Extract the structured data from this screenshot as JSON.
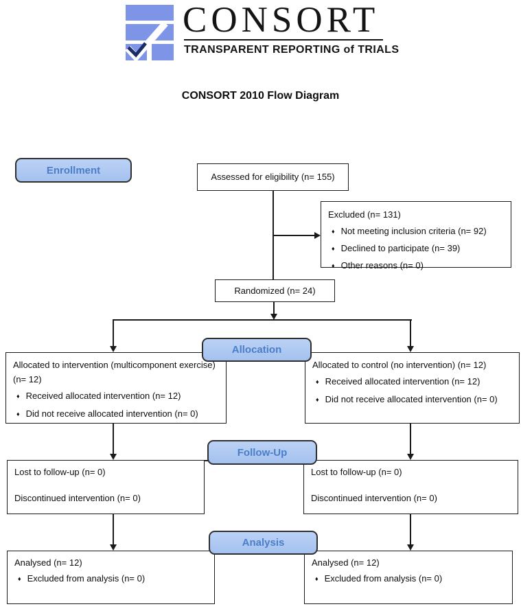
{
  "logo": {
    "wordmark": "CONSORT",
    "tagline": "TRANSPARENT REPORTING of TRIALS"
  },
  "title": "CONSORT 2010 Flow Diagram",
  "glyphs": {
    "bullet": "♦"
  },
  "colors": {
    "logo_blue": "#7e94e6",
    "logo_navy": "#1b2d69",
    "stage_fill": "#aec6f0",
    "stage_text": "#4a7ec8",
    "box_border": "#1a1a1a"
  },
  "stages": {
    "enrollment": "Enrollment",
    "allocation": "Allocation",
    "followup": "Follow-Up",
    "analysis": "Analysis"
  },
  "boxes": {
    "assessed": {
      "text": "Assessed for eligibility (n= 155)"
    },
    "excluded": {
      "title": "Excluded (n= 131)",
      "bullets": [
        "Not meeting inclusion criteria (n= 92)",
        "Declined to participate (n= 39)",
        "Other reasons (n= 0)"
      ]
    },
    "randomized": {
      "text": "Randomized (n= 24)"
    },
    "alloc_left": {
      "title": "Allocated to intervention (multicomponent exercise) (n= 12)",
      "bullets": [
        "Received allocated intervention (n= 12)",
        "Did not receive allocated intervention (n= 0)"
      ]
    },
    "alloc_right": {
      "title": "Allocated to control (no intervention) (n= 12)",
      "bullets": [
        "Received allocated intervention (n= 12)",
        "Did not receive allocated intervention (n= 0)"
      ]
    },
    "followup_left": {
      "line1": "Lost to follow-up (n= 0)",
      "line2": "Discontinued intervention (n= 0)"
    },
    "followup_right": {
      "line1": "Lost to follow-up (n= 0)",
      "line2": "Discontinued intervention (n= 0)"
    },
    "analysis_left": {
      "title": "Analysed (n= 12)",
      "bullets": [
        "Excluded from analysis (n= 0)"
      ]
    },
    "analysis_right": {
      "title": "Analysed (n= 12)",
      "bullets": [
        "Excluded from analysis (n= 0)"
      ]
    }
  }
}
